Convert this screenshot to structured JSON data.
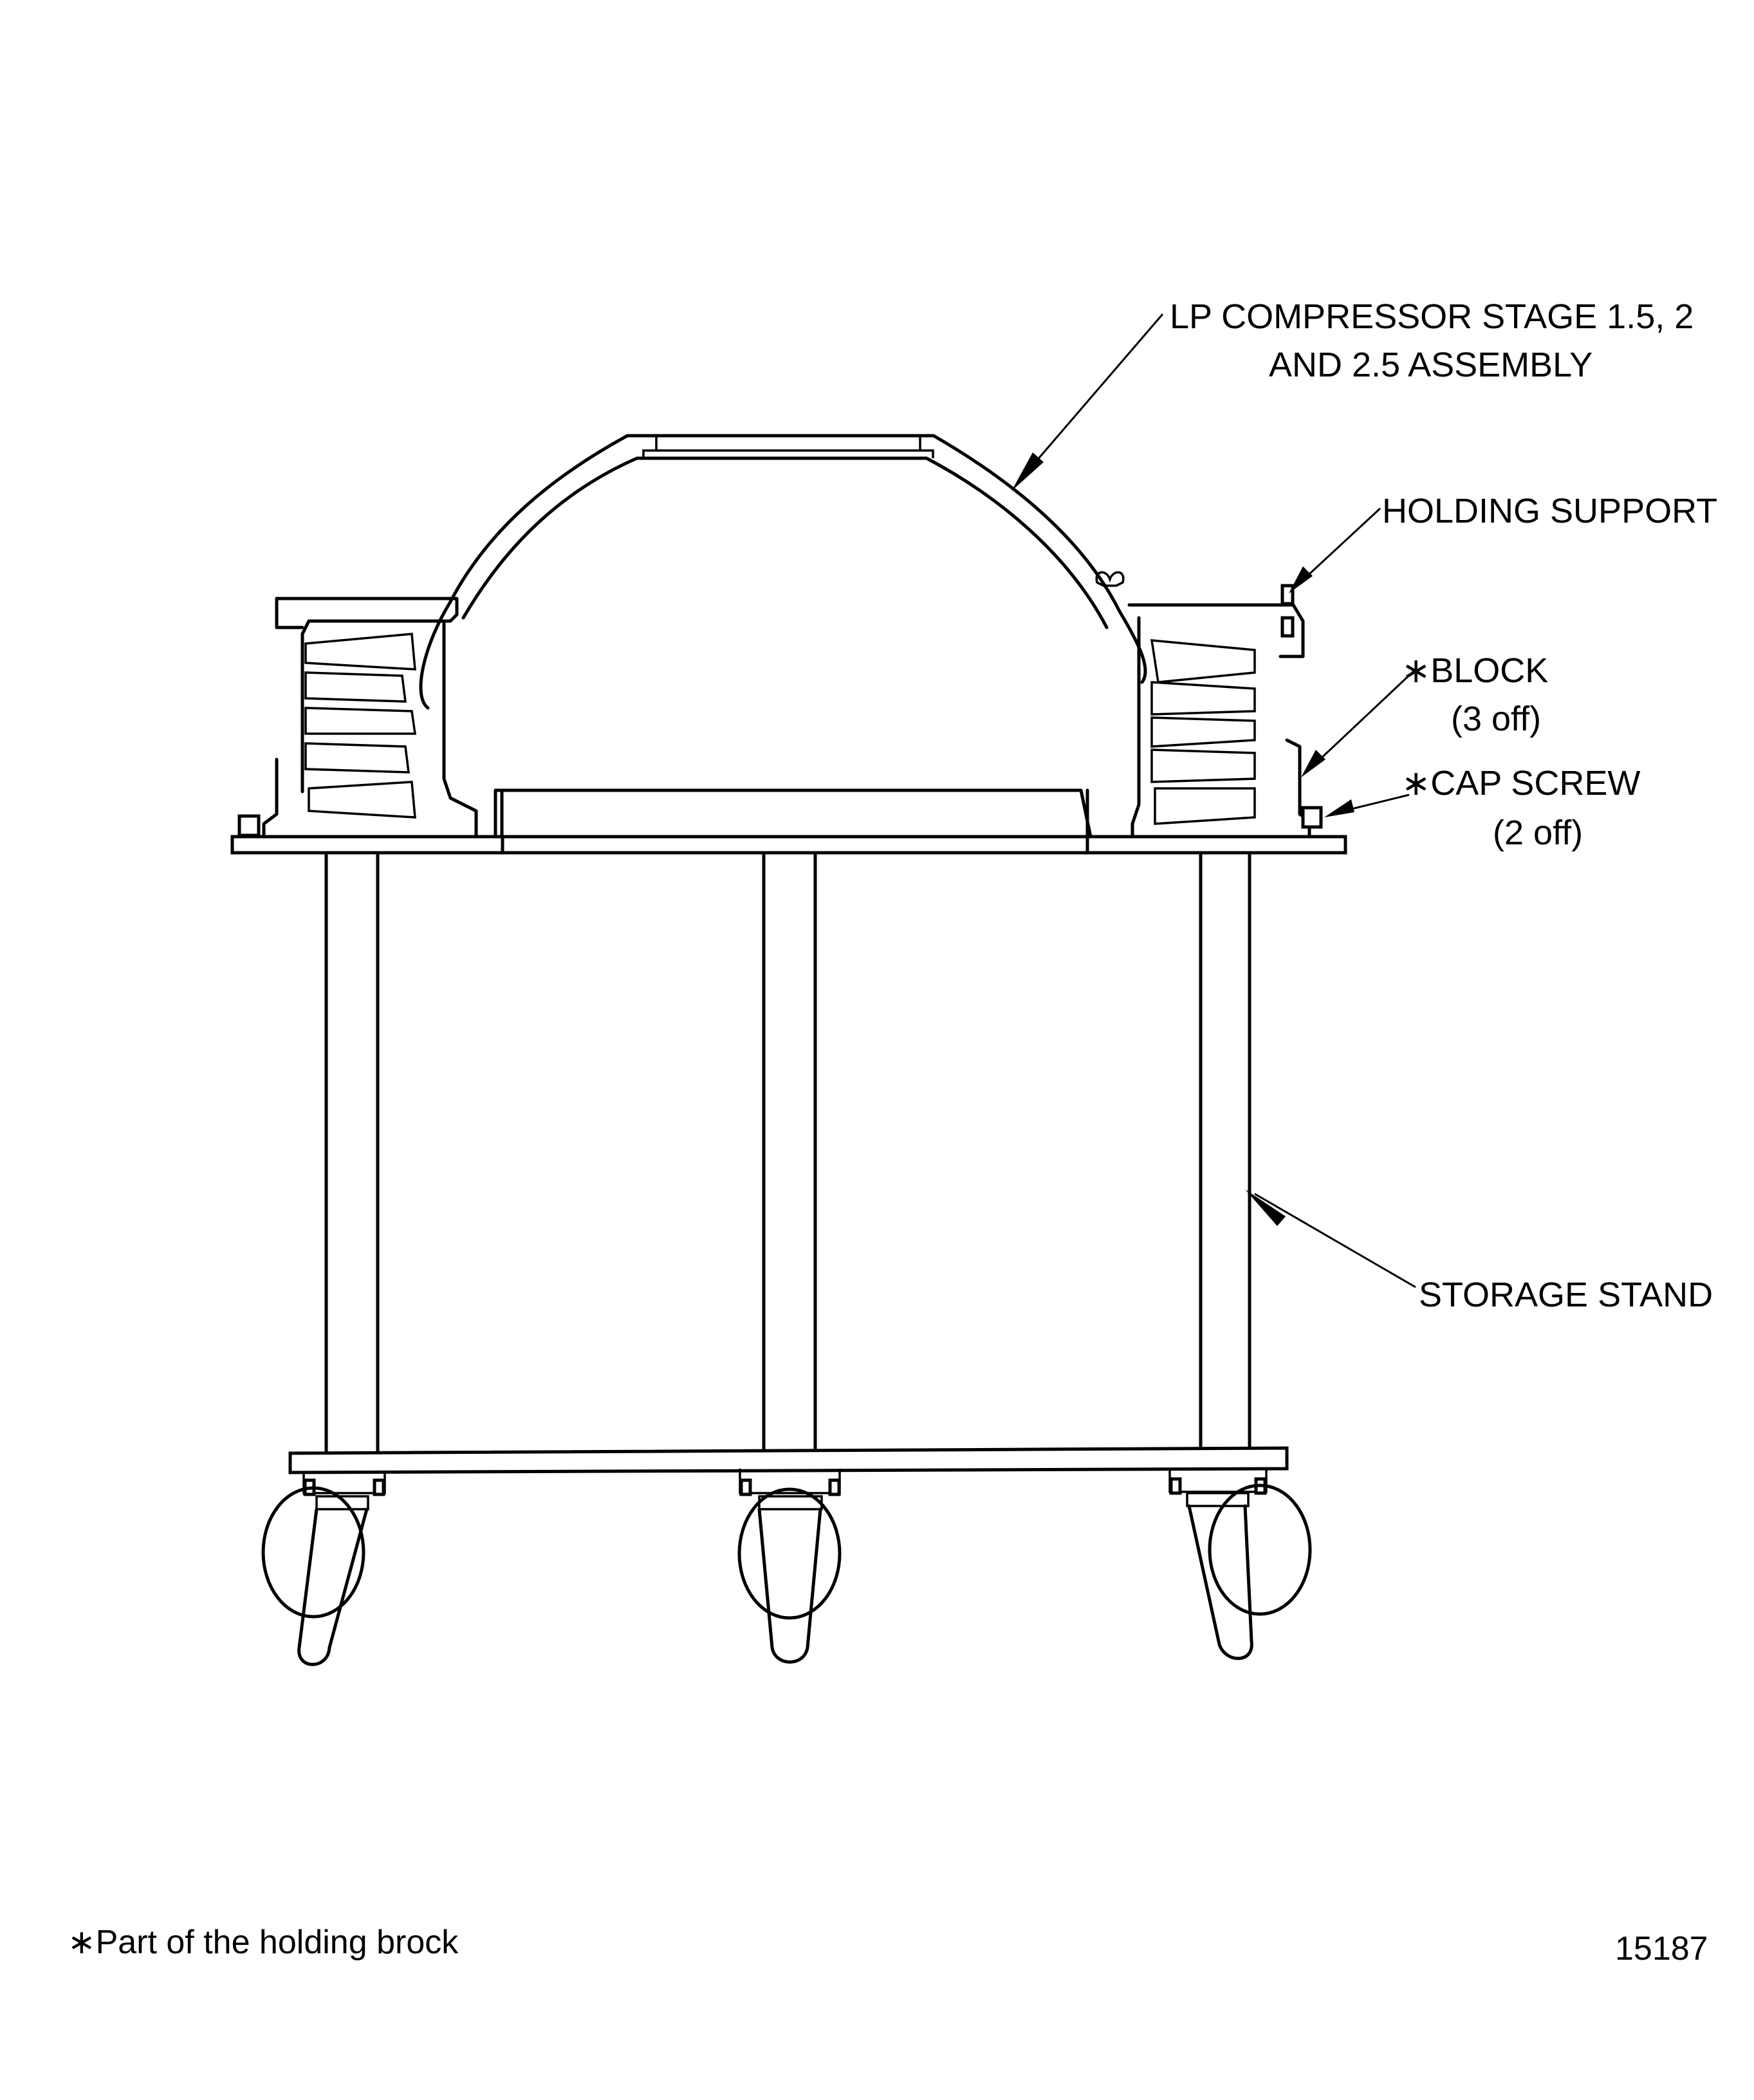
{
  "figure": {
    "id_number": "15187",
    "footnote": "∗Part of the holding brock"
  },
  "callouts": {
    "lp_compressor": {
      "line1": "LP COMPRESSOR STAGE 1.5, 2",
      "line2": "AND 2.5 ASSEMBLY"
    },
    "holding_support": {
      "line1": "HOLDING SUPPORT"
    },
    "block": {
      "line1": "∗BLOCK",
      "line2": "(3 off)"
    },
    "cap_screw": {
      "line1": "∗CAP SCREW",
      "line2": "(2 off)"
    },
    "storage_stand": {
      "line1": "STORAGE STAND"
    }
  },
  "colors": {
    "ink": "#000000",
    "paper": "#ffffff"
  }
}
